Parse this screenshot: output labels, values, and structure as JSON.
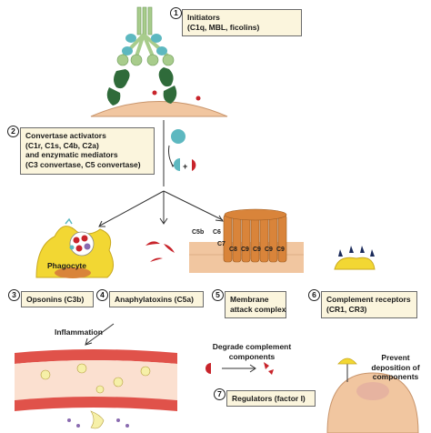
{
  "steps": [
    {
      "number": "1",
      "lines": [
        "Initiators",
        "(C1q, MBL, ficolins)"
      ]
    },
    {
      "number": "2",
      "lines": [
        "Convertase activators",
        "(C1r, C1s, C4b, C2a)",
        "and enzymatic mediators",
        "(C3 convertase, C5 convertase)"
      ]
    },
    {
      "number": "3",
      "lines": [
        "Opsonins (C3b)"
      ]
    },
    {
      "number": "4",
      "lines": [
        "Anaphylatoxins (C5a)"
      ]
    },
    {
      "number": "5",
      "lines": [
        "Membrane",
        "attack complex"
      ]
    },
    {
      "number": "6",
      "lines": [
        "Complement receptors",
        "(CR1, CR3)"
      ]
    },
    {
      "number": "7",
      "lines": [
        "Regulators (factor I)"
      ]
    }
  ],
  "labels": {
    "phagocyte": "Phagocyte",
    "inflammation": "Inflammation",
    "degrade": [
      "Degrade complement",
      "components"
    ],
    "prevent": [
      "Prevent",
      "deposition of",
      "components"
    ],
    "mac_subunits": [
      "C5b",
      "C6",
      "C7",
      "C8",
      "C9",
      "C9",
      "C9",
      "C9"
    ],
    "plus_sign": "+"
  },
  "colors": {
    "box_fill": "#fbf5dd",
    "green_light": "#a8cc8c",
    "green_dark": "#2f6b3a",
    "teal": "#5db8c0",
    "red": "#c8242b",
    "yellow": "#f2d733",
    "orange": "#d9843a",
    "skin": "#f1c6a0",
    "vessel": "#e0524a"
  }
}
